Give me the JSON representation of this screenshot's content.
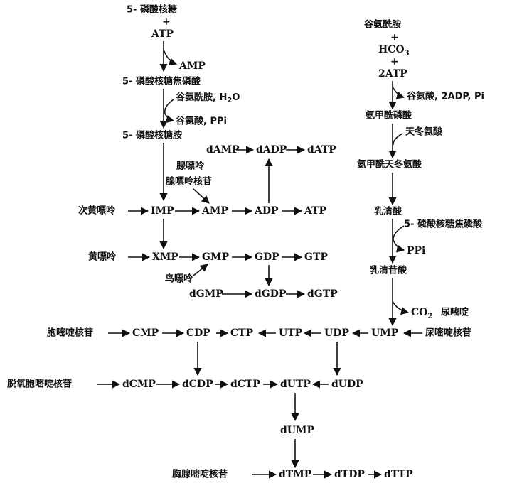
{
  "purine": {
    "r5p": "5- 磷酸核糖",
    "plus1": "+",
    "atp_in": "ATP",
    "amp_out": "AMP",
    "prpp": "5- 磷酸核糖焦磷酸",
    "gln_h2o": "谷氨酰胺, H",
    "h2o_sub": "2",
    "h2o_o": "O",
    "glu_ppi": "谷氨酸,  PPi",
    "pra": "5- 磷酸核糖胺",
    "adenine": "腺嘌呤",
    "adenosine": "腺嘌呤核苷",
    "hypoxanthine": "次黄嘌呤",
    "imp": "IMP",
    "amp": "AMP",
    "adp": "ADP",
    "atp": "ATP",
    "damp": "dAMP",
    "dadp": "dADP",
    "datp": "dATP",
    "xanthine": "黄嘌呤",
    "xmp": "XMP",
    "gmp": "GMP",
    "gdp": "GDP",
    "gtp": "GTP",
    "guanine": "鸟嘌呤",
    "dgmp": "dGMP",
    "dgdp": "dGDP",
    "dgtp": "dGTP"
  },
  "pyrimidine": {
    "gln": "谷氨酰胺",
    "plus2": "+",
    "hco3": "HCO",
    "hco3_sub": "3",
    "plus3": "+",
    "two_atp": "2ATP",
    "glu_adp": "谷氨酸, 2ADP, Pi",
    "cap": "氨甲酰磷酸",
    "asp": "天冬氨酸",
    "ca_asp": "氨甲酰天冬氨酸",
    "orotate": "乳清酸",
    "prpp2": "5- 磷酸核糖焦磷酸",
    "ppi": "PPi",
    "omp": "乳清苷酸",
    "co2": "CO",
    "co2_sub": "2",
    "uracil": "尿嘧啶",
    "uridine": "尿嘧啶核苷",
    "ump": "UMP",
    "udp": "UDP",
    "utp": "UTP",
    "ctp": "CTP",
    "cdp": "CDP",
    "cmp": "CMP",
    "cytidine": "胞嘧啶核苷",
    "deoxycytidine": "脱氧胞嘧啶核苷",
    "dcmp": "dCMP",
    "dcdp": "dCDP",
    "dctp": "dCTP",
    "dutp": "dUTP",
    "dudp": "dUDP",
    "dump": "dUMP",
    "thymidine": "胸腺嘧啶核苷",
    "dtmp": "dTMP",
    "dtdp": "dTDP",
    "dttp": "dTTP"
  }
}
